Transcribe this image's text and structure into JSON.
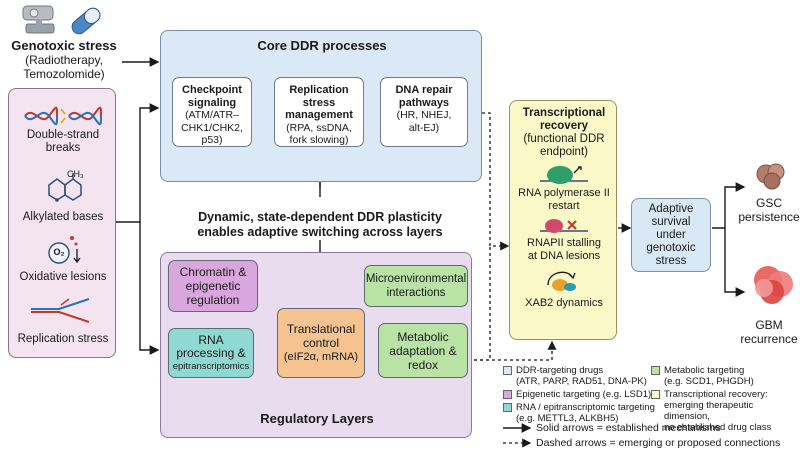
{
  "inputs": {
    "genotoxic_title": "Genotoxic stress",
    "genotoxic_sub": "(Radiotherapy,",
    "genotoxic_sub2": "Temozolomide)",
    "items": [
      {
        "label": "Double-strand",
        "label2": "breaks"
      },
      {
        "label": "Alkylated bases",
        "label2": ""
      },
      {
        "label": "Oxidative lesions",
        "label2": ""
      },
      {
        "label": "Replication stress",
        "label2": ""
      }
    ],
    "o2": "O₂",
    "ch3": "CH₃"
  },
  "core": {
    "title": "Core DDR processes",
    "checkpoint": {
      "t1": "Checkpoint",
      "t2": "signaling",
      "l1": "(ATM/ATR–",
      "l2": "CHK1/CHK2,",
      "l3": "p53)"
    },
    "replication": {
      "t1": "Replication",
      "t2": "stress",
      "t3": "management",
      "l1": "(RPA, ssDNA,",
      "l2": "fork slowing)"
    },
    "repair": {
      "t1": "DNA repair",
      "t2": "pathways",
      "l1": "(HR, NHEJ,",
      "l2": "alt-EJ)"
    }
  },
  "plasticity": {
    "line1": "Dynamic, state-dependent DDR plasticity",
    "line2": "enables adaptive switching across layers"
  },
  "regulatory": {
    "title": "Regulatory Layers",
    "chromatin": {
      "l1": "Chromatin &",
      "l2": "epigenetic",
      "l3": "regulation"
    },
    "micro": {
      "l1": "Microenvironmental",
      "l2": "interactions"
    },
    "rna": {
      "l1": "RNA",
      "l2": "processing &",
      "l3": "epitranscriptomics"
    },
    "translational": {
      "l1": "Translational",
      "l2": "control",
      "l3": "(eIF2α, mRNA)"
    },
    "metabolic": {
      "l1": "Metabolic",
      "l2": "adaptation &",
      "l3": "redox"
    }
  },
  "transcriptional": {
    "t1": "Transcriptional",
    "t2": "recovery",
    "t3": "(functional DDR",
    "t4": "endpoint)",
    "pol1": "RNA polymerase II",
    "pol2": "restart",
    "stall1": "RNAPII stalling",
    "stall2": "at DNA lesions",
    "xab2": "XAB2 dynamics"
  },
  "adaptive": {
    "l1": "Adaptive",
    "l2": "survival",
    "l3": "under",
    "l4": "genotoxic",
    "l5": "stress"
  },
  "outcomes": {
    "gsc1": "GSC",
    "gsc2": "persistence",
    "gbm1": "GBM",
    "gbm2": "recurrence"
  },
  "legend": {
    "ddr1": "DDR-targeting drugs",
    "ddr2": "(ATR, PARP, RAD51, DNA-PK)",
    "epi": "Epigenetic targeting (e.g. LSD1)",
    "rna1": "RNA / epitranscriptomic targeting",
    "rna2": "(e.g. METTL3, ALKBH5)",
    "met1": "Metabolic targeting",
    "met2": "(e.g. SCD1, PHGDH)",
    "tr1": "Transcriptional recovery:",
    "tr2": "emerging therapeutic dimension,",
    "tr3": "no established drug class",
    "solid": "Solid arrows = established mechanisms",
    "dashed": "Dashed arrows = emerging or proposed connections"
  },
  "colors": {
    "core_bg": "#dbe8f5",
    "reg_bg": "#e9dcef",
    "input_bg": "#f3e4ef",
    "chromatin": "#d9a6dd",
    "micro": "#b9e3a5",
    "rna": "#8fd9d2",
    "translational": "#f4c38f",
    "metabolic": "#b9e3a5",
    "transcriptional": "#fbf8c8",
    "adaptive": "#d9e8f5"
  }
}
